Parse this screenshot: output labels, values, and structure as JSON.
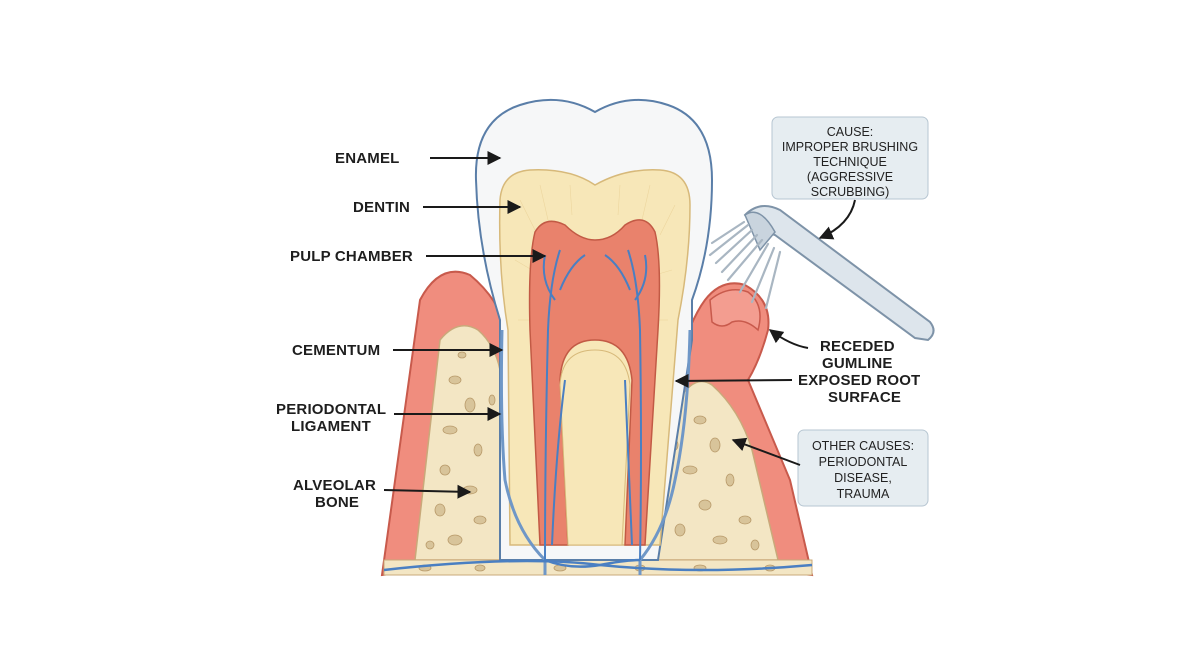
{
  "labels": {
    "enamel": "ENAMEL",
    "dentin": "DENTIN",
    "pulp_chamber": "PULP CHAMBER",
    "cementum": "CEMENTUM",
    "periodontal_ligament": [
      "PERIODONTAL",
      "LIGAMENT"
    ],
    "alveolar_bone": [
      "ALVEOLAR",
      "BONE"
    ],
    "receded_gumline": [
      "RECEDED",
      "GUMLINE",
      "EXPOSED ROOT",
      "SURFACE"
    ]
  },
  "callouts": {
    "cause": [
      "CAUSE:",
      "IMPROPER BRUSHING",
      "TECHNIQUE",
      "(AGGRESSIVE",
      "SCRUBBING)"
    ],
    "other_causes": [
      "OTHER CAUSES:",
      "PERIODONTAL",
      "DISEASE,",
      "TRAUMA"
    ]
  },
  "colors": {
    "enamel": "#f6f7f8",
    "dentin": "#f7e7b8",
    "pulp": "#e9826c",
    "gum": "#f08d7e",
    "bone": "#f3e6c4",
    "bone_pore": "#d8c49a",
    "nerve": "#5b8fd0",
    "callout_bg": "#e6edf1"
  }
}
